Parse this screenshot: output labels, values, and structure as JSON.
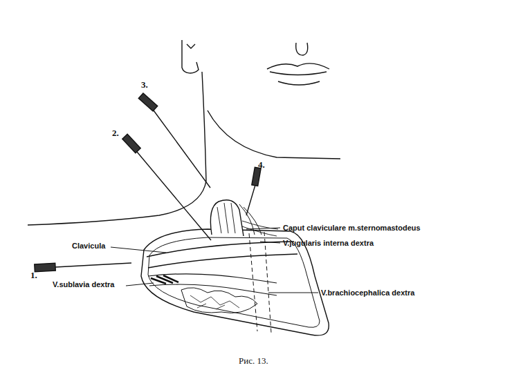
{
  "diagram": {
    "caption": "Рис. 13.",
    "labels": [
      "3.",
      "2.",
      "4.",
      "1.",
      "Caput claviculare m.sternomastodeus",
      "V.jugularis interna dextra",
      "Clavicula",
      "V.sublavia dextra",
      "V.brachiocephalica dextra"
    ]
  }
}
